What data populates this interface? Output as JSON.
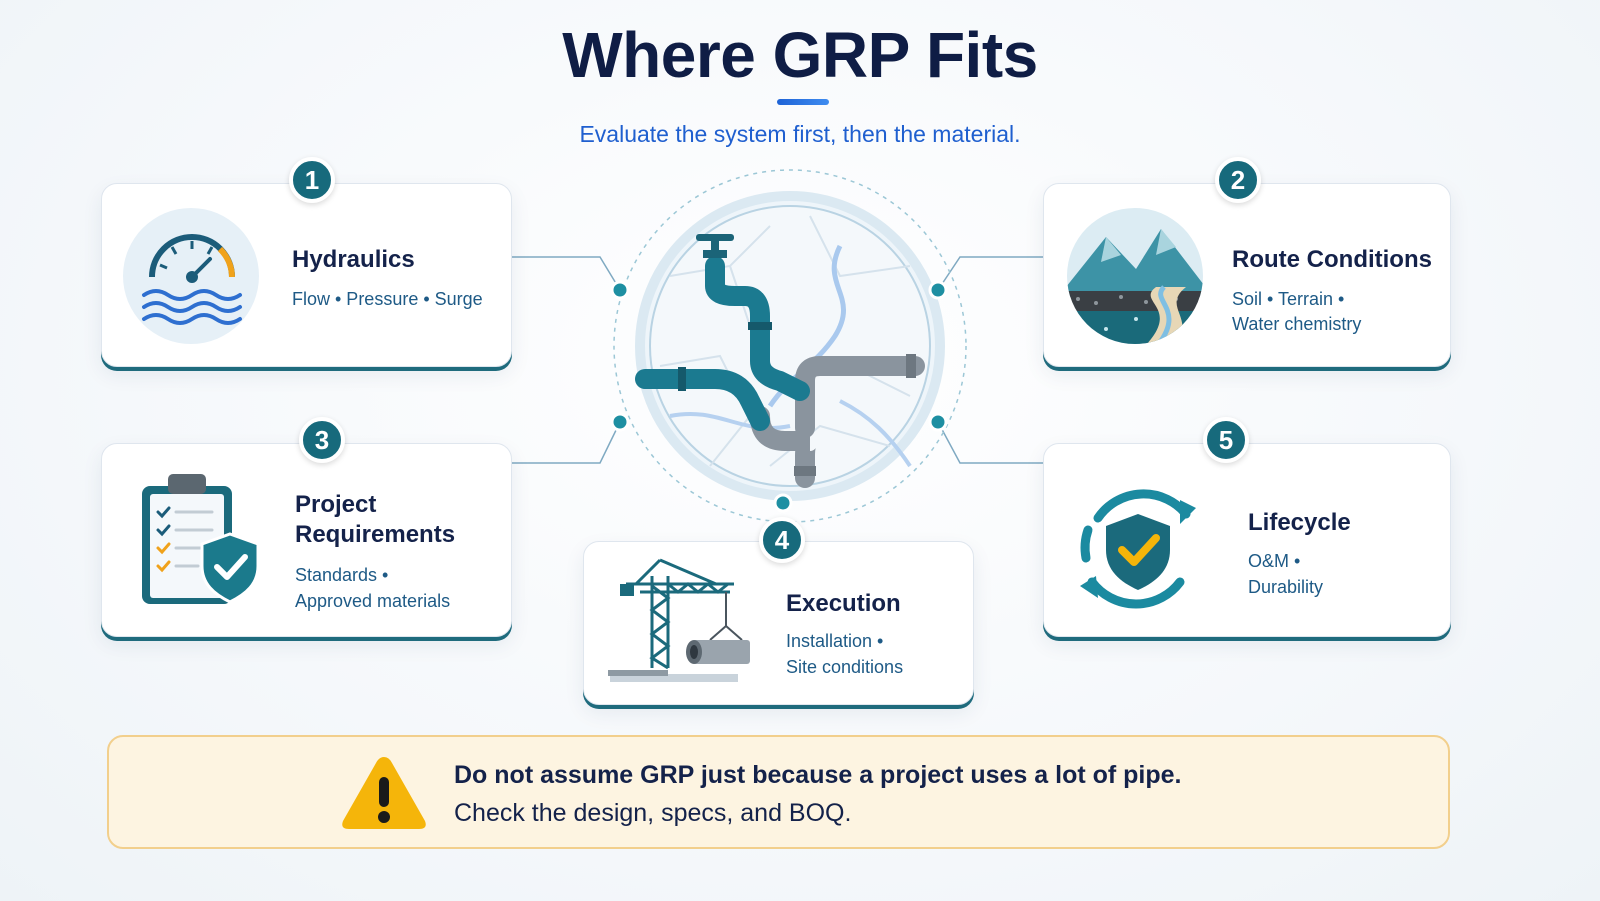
{
  "header": {
    "title": "Where GRP Fits",
    "subtitle": "Evaluate the system first, then the material."
  },
  "steps": [
    {
      "number": "1",
      "title": "Hydraulics",
      "desc": "Flow • Pressure • Surge",
      "icon": "gauge-water-icon"
    },
    {
      "number": "2",
      "title": "Route Conditions",
      "desc_line1": "Soil • Terrain •",
      "desc_line2": "Water chemistry",
      "icon": "terrain-icon"
    },
    {
      "number": "3",
      "title_line1": "Project",
      "title_line2": "Requirements",
      "desc_line1": "Standards •",
      "desc_line2": "Approved materials",
      "icon": "clipboard-shield-icon"
    },
    {
      "number": "4",
      "title": "Execution",
      "desc_line1": "Installation •",
      "desc_line2": "Site conditions",
      "icon": "crane-pipe-icon"
    },
    {
      "number": "5",
      "title": "Lifecycle",
      "desc_line1": "O&M •",
      "desc_line2": "Durability",
      "icon": "cycle-shield-icon"
    }
  ],
  "center": {
    "icon": "pipe-network-map-icon"
  },
  "warning": {
    "icon": "warning-triangle-icon",
    "strong": "Do not assume GRP just because a project uses a lot of pipe.",
    "normal": "Check the design, specs, and BOQ."
  },
  "colors": {
    "teal": "#176a7c",
    "navy": "#0f1d45",
    "blue": "#1f5fcf",
    "warning_bg": "#fdf4e1",
    "warning_yellow": "#f5b50a"
  }
}
